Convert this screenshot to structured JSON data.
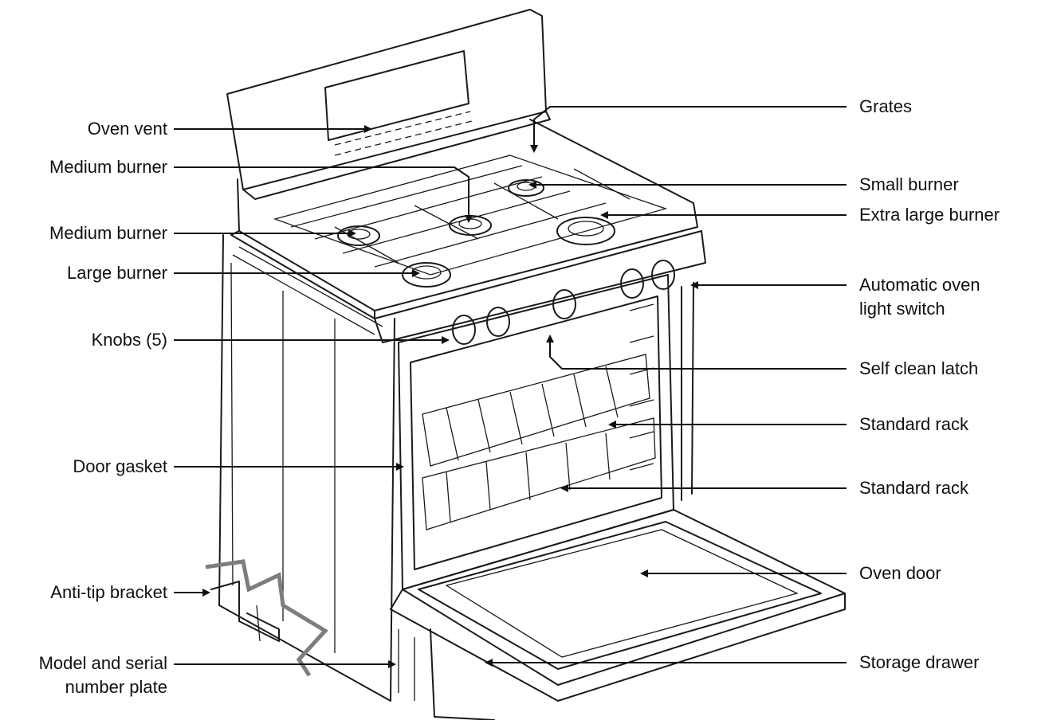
{
  "labels_left": [
    {
      "id": "oven-vent",
      "text": "Oven vent"
    },
    {
      "id": "medium-burner-rear",
      "text": "Medium burner"
    },
    {
      "id": "medium-burner-front",
      "text": "Medium burner"
    },
    {
      "id": "large-burner",
      "text": "Large burner"
    },
    {
      "id": "knobs",
      "text": "Knobs (5)"
    },
    {
      "id": "door-gasket",
      "text": "Door gasket"
    },
    {
      "id": "anti-tip-bracket",
      "text": "Anti-tip bracket"
    },
    {
      "id": "model-serial-plate",
      "line1": "Model and serial",
      "line2": "number plate"
    }
  ],
  "labels_right": [
    {
      "id": "grates",
      "text": "Grates"
    },
    {
      "id": "small-burner",
      "text": "Small burner"
    },
    {
      "id": "extra-large-burner",
      "text": "Extra large burner"
    },
    {
      "id": "auto-oven-light-switch",
      "line1": "Automatic oven",
      "line2": "light switch"
    },
    {
      "id": "self-clean-latch",
      "text": "Self clean latch"
    },
    {
      "id": "standard-rack-upper",
      "text": "Standard rack"
    },
    {
      "id": "standard-rack-lower",
      "text": "Standard rack"
    },
    {
      "id": "oven-door",
      "text": "Oven door"
    },
    {
      "id": "storage-drawer",
      "text": "Storage drawer"
    }
  ]
}
